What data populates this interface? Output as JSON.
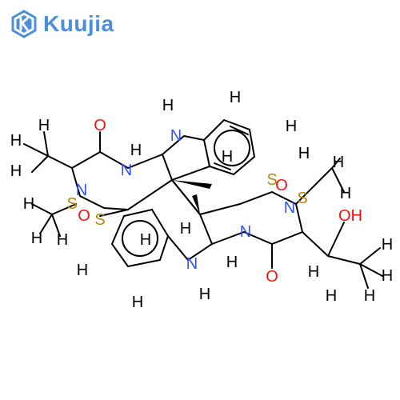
{
  "colors": {
    "background": "#ffffff",
    "brand": "#4a8fd8",
    "carbon_bond": "#000000",
    "hydrogen": "#000000",
    "nitrogen": "#3050f8",
    "oxygen": "#ff0d0d",
    "sulfur": "#b8860b"
  },
  "brand": {
    "name": "Kuujia",
    "logo_icon": "hexagon-k-logo"
  },
  "atom_labels": {
    "H": "H",
    "N": "N",
    "O": "O",
    "S": "S",
    "NH": "N",
    "OH": "OH"
  }
}
